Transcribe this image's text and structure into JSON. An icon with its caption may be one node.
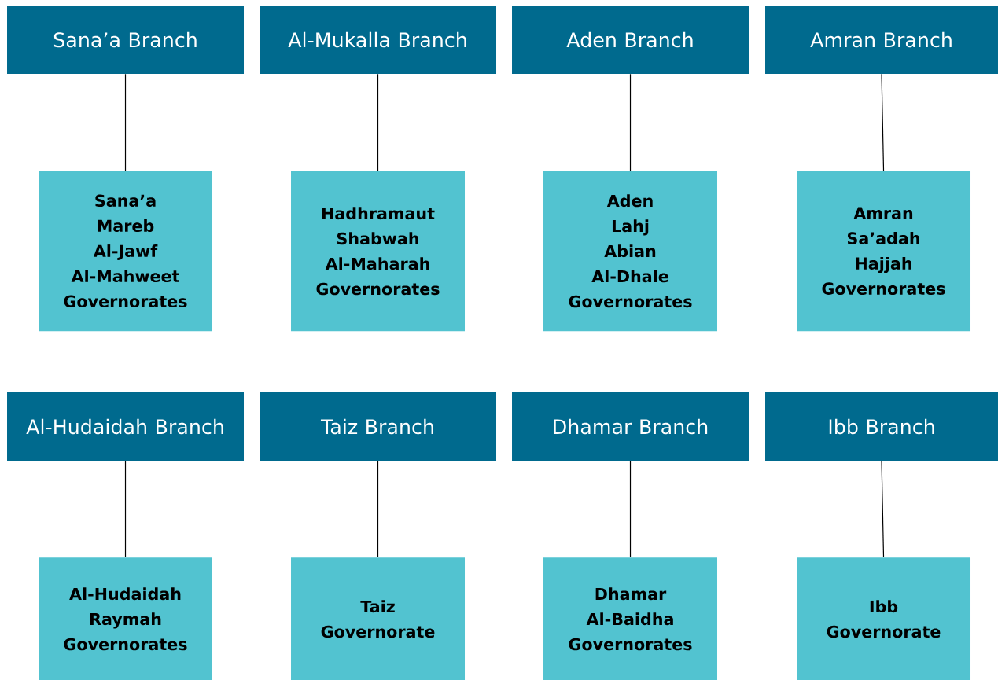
{
  "diagram": {
    "nodes": [
      {
        "text": [
          "Sana’a Branch"
        ]
      },
      {
        "text": [
          "Al-Mukalla Branch"
        ]
      },
      {
        "text": [
          "Aden Branch"
        ]
      },
      {
        "text": [
          "Amran Branch"
        ]
      },
      {
        "text": [
          "Sana’a",
          "Mareb",
          "Al-Jawf",
          "Al-Mahweet",
          "Governorates"
        ]
      },
      {
        "text": [
          "Hadhramaut",
          "Shabwah",
          "Al-Maharah",
          "Governorates"
        ]
      },
      {
        "text": [
          "Aden",
          "Lahj",
          "Abian",
          "Al-Dhale",
          "Governorates"
        ]
      },
      {
        "text": [
          "Amran",
          "Sa’adah",
          "Hajjah",
          "Governorates"
        ]
      },
      {
        "text": [
          "Al-Hudaidah Branch"
        ]
      },
      {
        "text": [
          "Taiz Branch"
        ]
      },
      {
        "text": [
          "Dhamar Branch"
        ]
      },
      {
        "text": [
          "Ibb Branch"
        ]
      },
      {
        "text": [
          "Al-Hudaidah",
          "Raymah",
          "Governorates"
        ]
      },
      {
        "text": [
          "Taiz",
          "Governorate"
        ]
      },
      {
        "text": [
          "Dhamar",
          "Al-Baidha",
          "Governorates"
        ]
      },
      {
        "text": [
          "Ibb",
          "Governorate"
        ]
      }
    ],
    "edges": [
      {
        "from": 0,
        "to": 4,
        "arrow": "none"
      },
      {
        "from": 1,
        "to": 5,
        "arrow": "none"
      },
      {
        "from": 2,
        "to": 6,
        "arrow": "none"
      },
      {
        "from": 3,
        "to": 7,
        "arrow": "none"
      },
      {
        "from": 8,
        "to": 12,
        "arrow": "none"
      },
      {
        "from": 9,
        "to": 13,
        "arrow": "none"
      },
      {
        "from": 10,
        "to": 14,
        "arrow": "none"
      },
      {
        "from": 11,
        "to": 15,
        "arrow": "none"
      }
    ]
  }
}
